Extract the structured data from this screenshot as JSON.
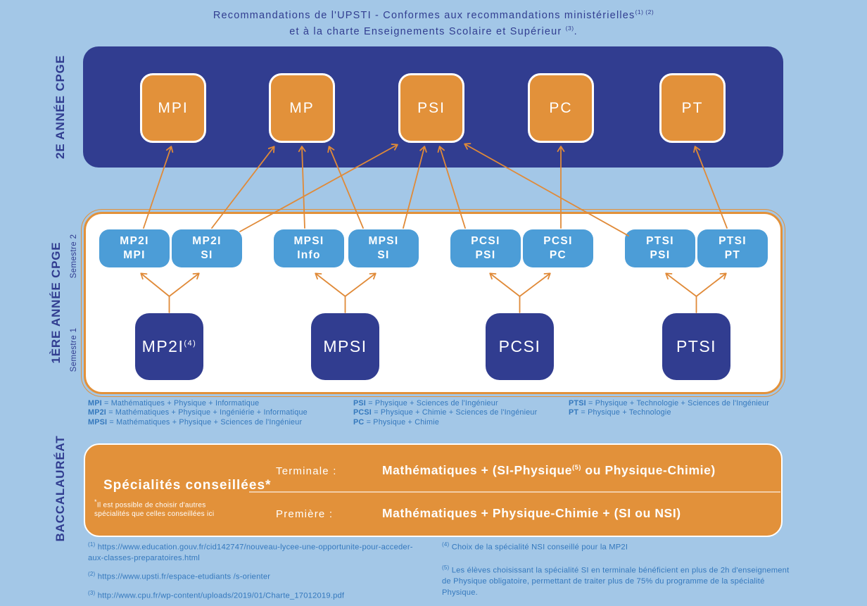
{
  "colors": {
    "bg": "#A3C7E7",
    "navy": "#313D90",
    "orange": "#E2913A",
    "boxblue": "#4C9DD7",
    "textblue": "#3478BD",
    "arrow": "#E08A38"
  },
  "title": {
    "line1": "Recommandations de l'UPSTI - Conformes aux recommandations ministérielles",
    "line1_sup": "(1) (2)",
    "line2": "et à la charte Enseignements Scolaire et Supérieur ",
    "line2_sup": "(3)",
    "line2_end": "."
  },
  "side_labels": {
    "year2": "2E ANNÉE CPGE",
    "year1": "1ÈRE ANNÉE CPGE",
    "sem2": "Semestre 2",
    "sem1": "Semestre 1",
    "bac": "BACCALAURÉAT"
  },
  "year2_tracks": [
    "MPI",
    "MP",
    "PSI",
    "PC",
    "PT"
  ],
  "sem2_tracks": [
    {
      "line1": "MP2I",
      "line2": "MPI"
    },
    {
      "line1": "MP2I",
      "line2": "SI"
    },
    {
      "line1": "MPSI",
      "line2": "Info"
    },
    {
      "line1": "MPSI",
      "line2": "SI"
    },
    {
      "line1": "PCSI",
      "line2": "PSI"
    },
    {
      "line1": "PCSI",
      "line2": "PC"
    },
    {
      "line1": "PTSI",
      "line2": "PSI"
    },
    {
      "line1": "PTSI",
      "line2": "PT"
    }
  ],
  "sem1_tracks": [
    {
      "label": "MP2I",
      "sup": "(4)"
    },
    {
      "label": "MPSI",
      "sup": ""
    },
    {
      "label": "PCSI",
      "sup": ""
    },
    {
      "label": "PTSI",
      "sup": ""
    }
  ],
  "legend": {
    "col1": [
      {
        "abbr": "MPI",
        "rest": " = Mathématiques + Physique + Informatique"
      },
      {
        "abbr": "MP2I",
        "rest": " = Mathématiques + Physique + Ingéniérie + Informatique"
      },
      {
        "abbr": "MPSI",
        "rest": " = Mathématiques + Physique + Sciences de l'Ingénieur"
      }
    ],
    "col2": [
      {
        "abbr": "PSI",
        "rest": " = Physique + Sciences de l'Ingénieur"
      },
      {
        "abbr": "PCSI",
        "rest": " = Physique + Chimie + Sciences de l'Ingénieur"
      },
      {
        "abbr": "PC",
        "rest": " = Physique + Chimie"
      }
    ],
    "col3": [
      {
        "abbr": "PTSI",
        "rest": " = Physique + Technologie + Sciences de l'Ingénieur"
      },
      {
        "abbr": "PT",
        "rest": " = Physique + Technologie"
      }
    ]
  },
  "bac": {
    "heading": "Spécialités conseillées*",
    "note_sup": "*",
    "note_line1": "Il est possible de choisir d'autres",
    "note_line2": "spécialités que celles conseillées ici",
    "terminale_label": "Terminale  :",
    "premiere_label": "Première :",
    "terminale_value_pre": "Mathématiques + (SI-Physique",
    "terminale_value_sup": "(5)",
    "terminale_value_post": " ou Physique-Chimie)",
    "premiere_value": "Mathématiques + Physique-Chimie + (SI ou NSI)"
  },
  "footnotes": {
    "f1_sup": "(1)",
    "f1_text": "https://www.education.gouv.fr/cid142747/nouveau-lycee-une-opportunite-pour-acceder-aux-classes-preparatoires.html",
    "f2_sup": "(2)",
    "f2_text": "https://www.upsti.fr/espace-etudiants /s-orienter",
    "f3_sup": "(3)",
    "f3_text": "http://www.cpu.fr/wp-content/uploads/2019/01/Charte_17012019.pdf",
    "f4_sup": "(4)",
    "f4_text": "Choix de la spécialité NSI conseillé pour la MP2I",
    "f5_sup": "(5)",
    "f5_text": "Les élèves choisissant la spécialité SI en terminale bénéficient en plus de 2h d'enseignement de Physique obligatoire, permettant de traiter plus de 75% du programme de la spécialité Physique."
  },
  "connections": [
    {
      "from": "MP2I",
      "to": "MP2I-MPI"
    },
    {
      "from": "MP2I",
      "to": "MP2I-SI"
    },
    {
      "from": "MPSI",
      "to": "MPSI-Info"
    },
    {
      "from": "MPSI",
      "to": "MPSI-SI"
    },
    {
      "from": "PCSI",
      "to": "PCSI-PSI"
    },
    {
      "from": "PCSI",
      "to": "PCSI-PC"
    },
    {
      "from": "PTSI",
      "to": "PTSI-PSI"
    },
    {
      "from": "PTSI",
      "to": "PTSI-PT"
    },
    {
      "from": "MP2I-MPI",
      "to": "MPI"
    },
    {
      "from": "MP2I-SI",
      "to": "MP"
    },
    {
      "from": "MP2I-SI",
      "to": "PSI"
    },
    {
      "from": "MPSI-Info",
      "to": "MP"
    },
    {
      "from": "MPSI-SI",
      "to": "MP"
    },
    {
      "from": "MPSI-SI",
      "to": "PSI"
    },
    {
      "from": "PCSI-PSI",
      "to": "PSI"
    },
    {
      "from": "PCSI-PC",
      "to": "PC"
    },
    {
      "from": "PTSI-PSI",
      "to": "PSI"
    },
    {
      "from": "PTSI-PT",
      "to": "PT"
    }
  ]
}
